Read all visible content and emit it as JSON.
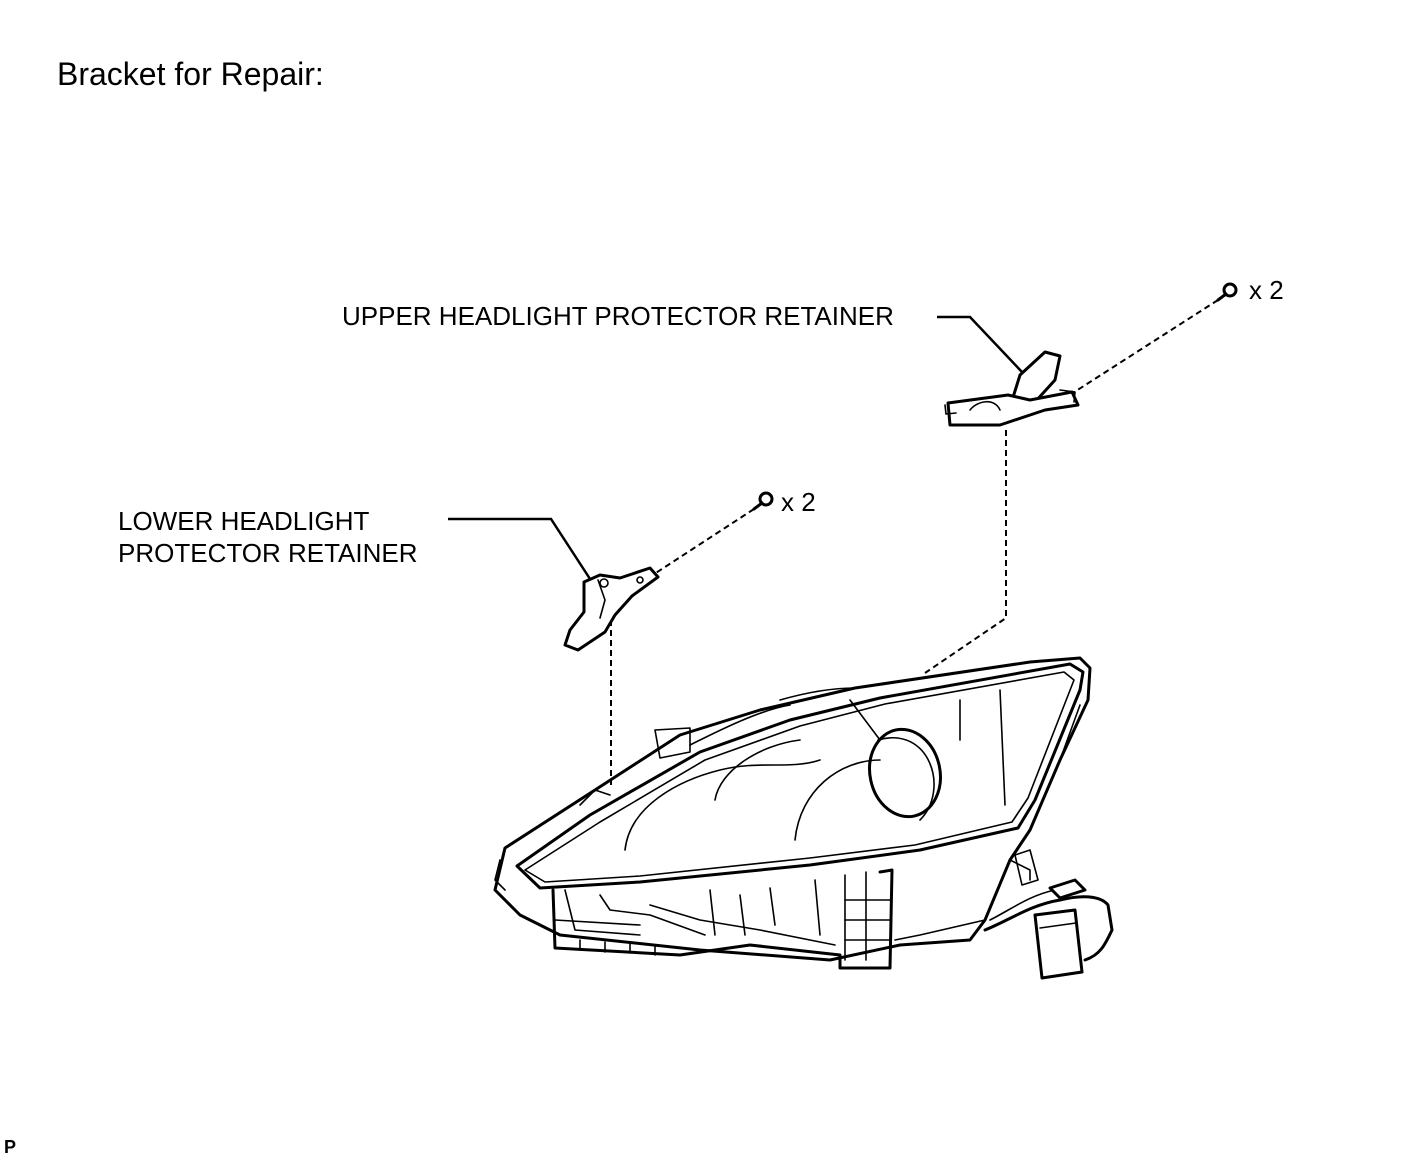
{
  "title": "Bracket for Repair:",
  "labels": {
    "upper_retainer": "UPPER HEADLIGHT PROTECTOR RETAINER",
    "lower_retainer_line1": "LOWER HEADLIGHT",
    "lower_retainer_line2": "PROTECTOR RETAINER"
  },
  "quantities": {
    "upper_screws": "x 2",
    "lower_screws": "x 2"
  },
  "figure_code": "P"
}
